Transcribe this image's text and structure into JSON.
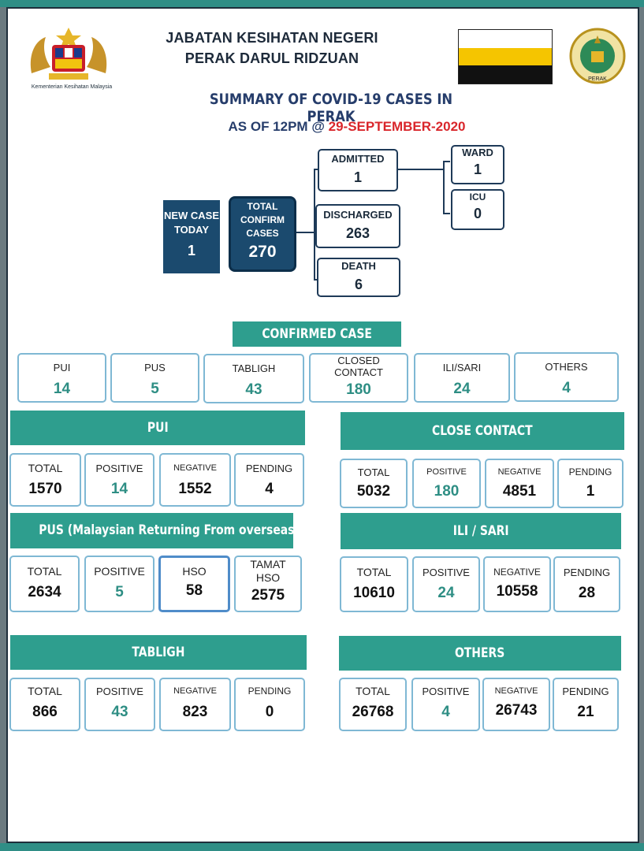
{
  "header": {
    "org_line1": "JABATAN KESIHATAN NEGERI",
    "org_line2": "PERAK DARUL RIDZUAN",
    "ministry_caption": "Kementerian Kesihatan Malaysia",
    "seal_caption": "PERAK",
    "title": "SUMMARY OF COVID-19 CASES IN PERAK",
    "as_of_prefix": "AS OF 12PM @",
    "as_of_date": "29-SEPTEMBER-2020",
    "flag_colors": [
      "#ffffff",
      "#f5c500",
      "#111111"
    ]
  },
  "flow": {
    "new_case_label1": "NEW CASE",
    "new_case_label2": "TODAY",
    "new_case_value": "1",
    "total_label1": "TOTAL",
    "total_label2": "CONFIRM",
    "total_label3": "CASES",
    "total_value": "270",
    "admitted_label": "ADMITTED",
    "admitted_value": "1",
    "discharged_label": "DISCHARGED",
    "discharged_value": "263",
    "death_label": "DEATH",
    "death_value": "6",
    "ward_label": "WARD",
    "ward_value": "1",
    "icu_label": "ICU",
    "icu_value": "0"
  },
  "confirmed": {
    "heading": "CONFIRMED CASE",
    "items": [
      {
        "label": "PUI",
        "value": "14"
      },
      {
        "label": "PUS",
        "value": "5"
      },
      {
        "label": "TABLIGH",
        "value": "43"
      },
      {
        "label": "CLOSED",
        "label2": "CONTACT",
        "value": "180"
      },
      {
        "label": "ILI/SARI",
        "value": "24"
      },
      {
        "label": "OTHERS",
        "value": "4"
      }
    ]
  },
  "pui": {
    "heading": "PUI",
    "total_label": "TOTAL",
    "total": "1570",
    "positive_label": "POSITIVE",
    "positive": "14",
    "negative_label": "NEGATIVE",
    "negative": "1552",
    "pending_label": "PENDING",
    "pending": "4"
  },
  "close_contact": {
    "heading": "CLOSE CONTACT",
    "total_label": "TOTAL",
    "total": "5032",
    "positive_label": "POSITIVE",
    "positive": "180",
    "negative_label": "NEGATIVE",
    "negative": "4851",
    "pending_label": "PENDING",
    "pending": "1"
  },
  "pus": {
    "heading": "PUS (Malaysian Returning From overseas)",
    "total_label": "TOTAL",
    "total": "2634",
    "positive_label": "POSITIVE",
    "positive": "5",
    "hso_label": "HSO",
    "hso": "58",
    "tamat_label1": "TAMAT",
    "tamat_label2": "HSO",
    "tamat": "2575"
  },
  "ili_sari": {
    "heading": "ILI / SARI",
    "total_label": "TOTAL",
    "total": "10610",
    "positive_label": "POSITIVE",
    "positive": "24",
    "negative_label": "NEGATIVE",
    "negative": "10558",
    "pending_label": "PENDING",
    "pending": "28"
  },
  "tabligh": {
    "heading": "TABLIGH",
    "total_label": "TOTAL",
    "total": "866",
    "positive_label": "POSITIVE",
    "positive": "43",
    "negative_label": "NEGATIVE",
    "negative": "823",
    "pending_label": "PENDING",
    "pending": "0"
  },
  "others": {
    "heading": "OTHERS",
    "total_label": "TOTAL",
    "total": "26768",
    "positive_label": "POSITIVE",
    "positive": "4",
    "negative_label": "NEGATIVE",
    "negative": "26743",
    "pending_label": "PENDING",
    "pending": "21"
  }
}
